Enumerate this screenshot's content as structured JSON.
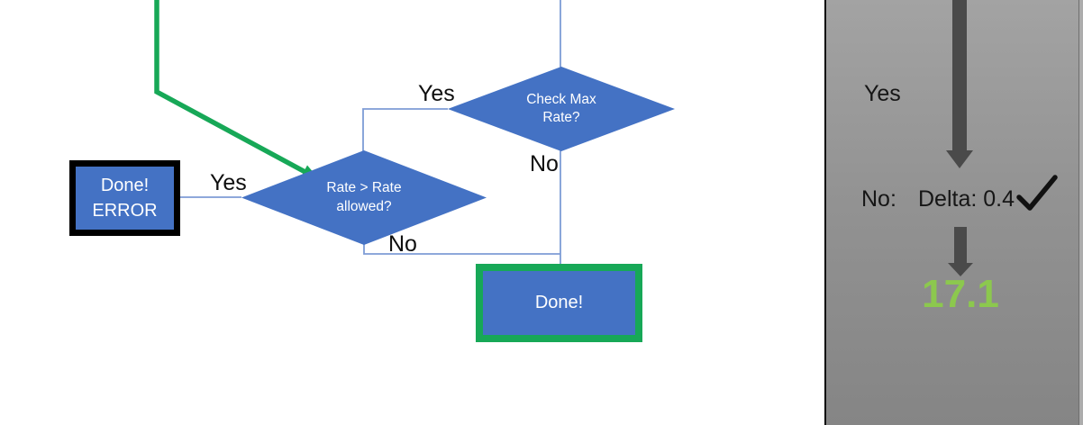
{
  "flowchart": {
    "check_max_diamond_label": "Check Max Rate?",
    "rate_diamond_label": "Rate > Rate allowed?",
    "done_error_line1": "Done!",
    "done_error_line2": "ERROR",
    "done_label": "Done!",
    "yes_top_label": "Yes",
    "no_top_label": "No",
    "yes_left_label": "Yes",
    "no_bottom_label": "No"
  },
  "side_panel": {
    "yes_label": "Yes",
    "no_label": "No:",
    "delta_text": "Delta: 0.4",
    "result_value": "17.1"
  },
  "icons": {
    "checkmark": "check-icon",
    "flow_arrow": "arrow-down-icon",
    "result_arrow": "arrow-down-icon"
  },
  "colors": {
    "shape_blue": "#4472C4",
    "connector_blue": "#7E9CD6",
    "green": "#17A857",
    "panel_arrow_gray": "#4A4A4A",
    "result_green": "#8CC84E",
    "label_black": "#0F0F0F"
  }
}
